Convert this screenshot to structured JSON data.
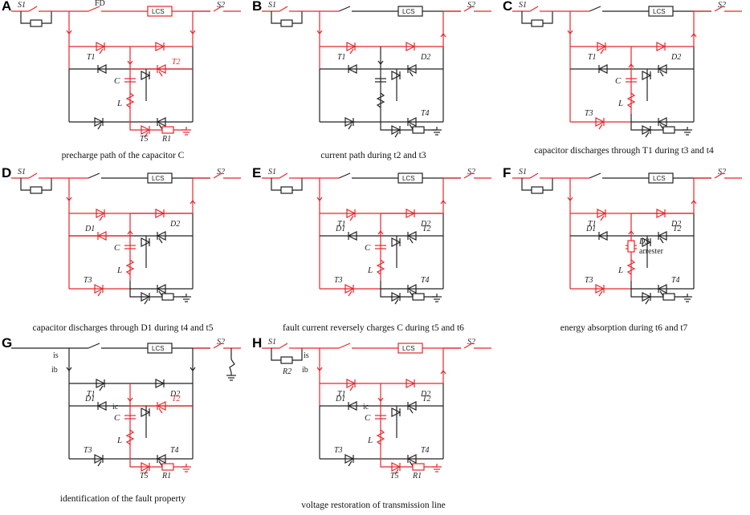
{
  "colors": {
    "energized": "#e8262b",
    "idle": "#222222"
  },
  "panels": [
    {
      "id": "A",
      "caption": "precharge path of the capacitor C",
      "labels": {
        "s1": "S1",
        "s2": "S2",
        "fd": "FD",
        "lcs": "LCS",
        "t1": "T1",
        "t2": "T2",
        "c": "C",
        "l": "L",
        "t5": "T5",
        "r1": "R1"
      }
    },
    {
      "id": "B",
      "caption": "current path during t2 and t3",
      "labels": {
        "s1": "S1",
        "s2": "S2",
        "lcs": "LCS",
        "t1": "T1",
        "d2": "D2",
        "t4": "T4"
      }
    },
    {
      "id": "C",
      "caption": "capacitor discharges through T1 during t3 and t4",
      "labels": {
        "s1": "S1",
        "s2": "S2",
        "lcs": "LCS",
        "t1": "T1",
        "d2": "D2",
        "c": "C",
        "l": "L",
        "t3": "T3"
      }
    },
    {
      "id": "D",
      "caption": "capacitor discharges through D1 during t4 and t5",
      "labels": {
        "s1": "S1",
        "s2": "S2",
        "lcs": "LCS",
        "d1": "D1",
        "d2": "D2",
        "c": "C",
        "l": "L",
        "t3": "T3"
      }
    },
    {
      "id": "E",
      "caption": "fault current reversely charges C during t5 and t6",
      "labels": {
        "s1": "S1",
        "s2": "S2",
        "lcs": "LCS",
        "t1": "T1",
        "d1": "D1",
        "d2": "D2",
        "t2": "T2",
        "c": "C",
        "l": "L",
        "t3": "T3",
        "t4": "T4"
      }
    },
    {
      "id": "F",
      "caption": "energy absorption during t6 and t7",
      "labels": {
        "s1": "S1",
        "s2": "S2",
        "lcs": "LCS",
        "t1": "T1",
        "d1": "D1",
        "d2": "D2",
        "t2": "T2",
        "d3": "D3",
        "arrester": "arrester",
        "l": "L",
        "t3": "T3",
        "t4": "T4"
      }
    },
    {
      "id": "G",
      "caption": "identification of the fault property",
      "labels": {
        "s2": "S2",
        "lcs": "LCS",
        "is": "is",
        "ib": "ib",
        "t1": "T1",
        "d2": "D2",
        "d1": "D1",
        "t2": "T2",
        "ic": "ic",
        "c": "C",
        "l": "L",
        "t3": "T3",
        "t4": "T4",
        "t5": "T5",
        "r1": "R1"
      }
    },
    {
      "id": "H",
      "caption": "voltage restoration of transmission line",
      "labels": {
        "s1": "S1",
        "s2": "S2",
        "r2": "R2",
        "lcs": "LCS",
        "is": "is",
        "ib": "ib",
        "t1": "T1",
        "d2": "D2",
        "d1": "D1",
        "t2": "T2",
        "ic": "ic",
        "c": "C",
        "l": "L",
        "t3": "T3",
        "t4": "T4",
        "t5": "T5",
        "r1": "R1"
      }
    }
  ]
}
